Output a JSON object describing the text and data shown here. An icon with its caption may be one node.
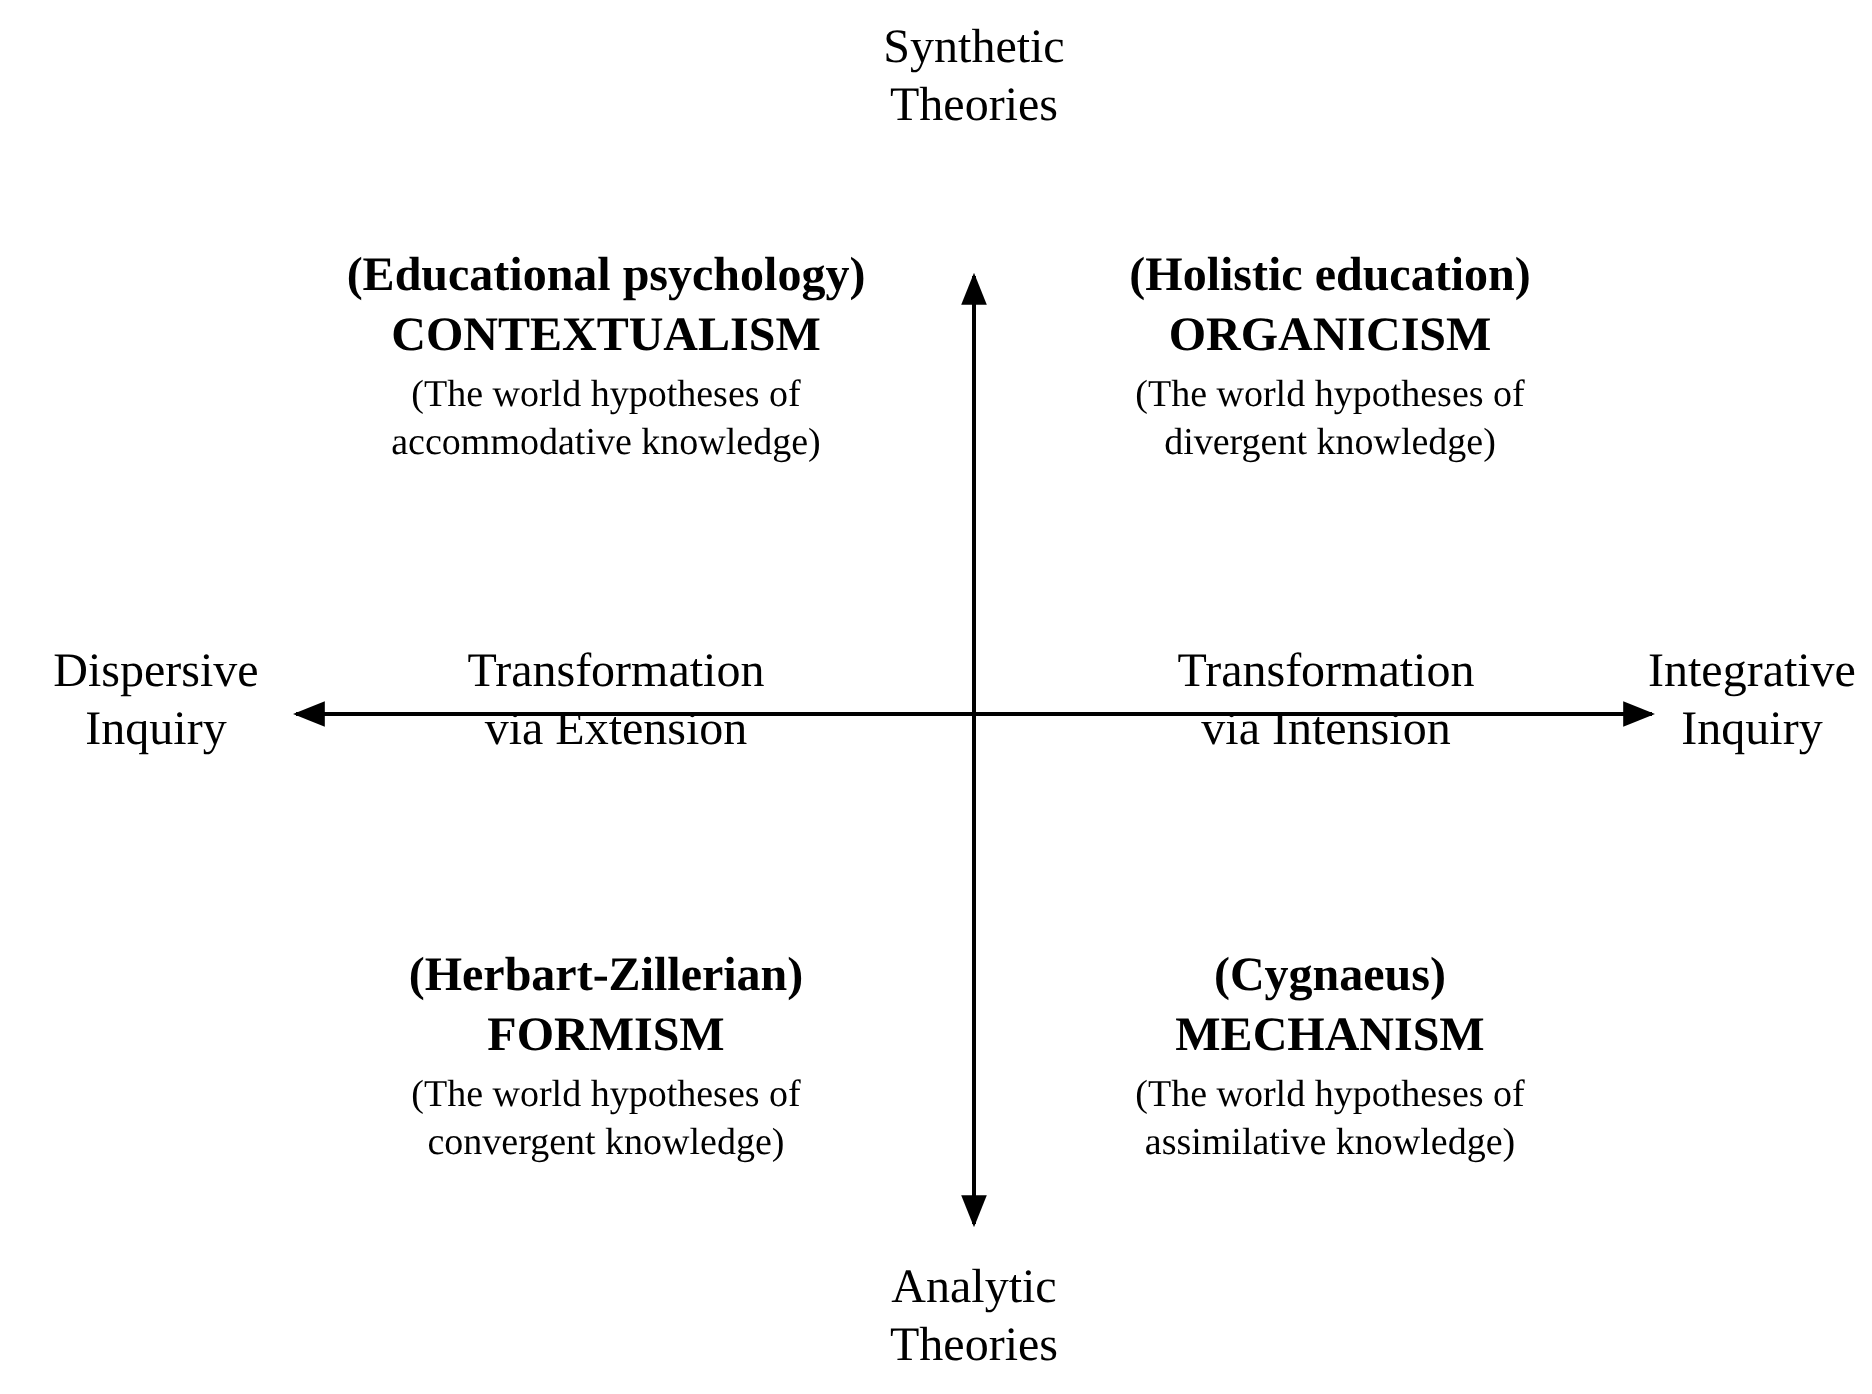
{
  "diagram": {
    "labels": [
      "Synthetic Theories",
      "(Educational psychology)",
      "CONTEXTUALISM",
      "(The world hypotheses of accommodative knowledge)",
      "(Holistic education)",
      "ORGANICISM",
      "(The world hypotheses of divergent knowledge)",
      "Dispersive Inquiry",
      "Transformation via Extension",
      "Transformation via Intension",
      "Integrative Inquiry",
      "(Herbart-Zillerian)",
      "FORMISM",
      "(The world hypotheses of convergent knowledge)",
      "(Cygnaeus)",
      "MECHANISM",
      "(The world hypotheses of assimilative knowledge)",
      "Analytic Theories"
    ]
  }
}
